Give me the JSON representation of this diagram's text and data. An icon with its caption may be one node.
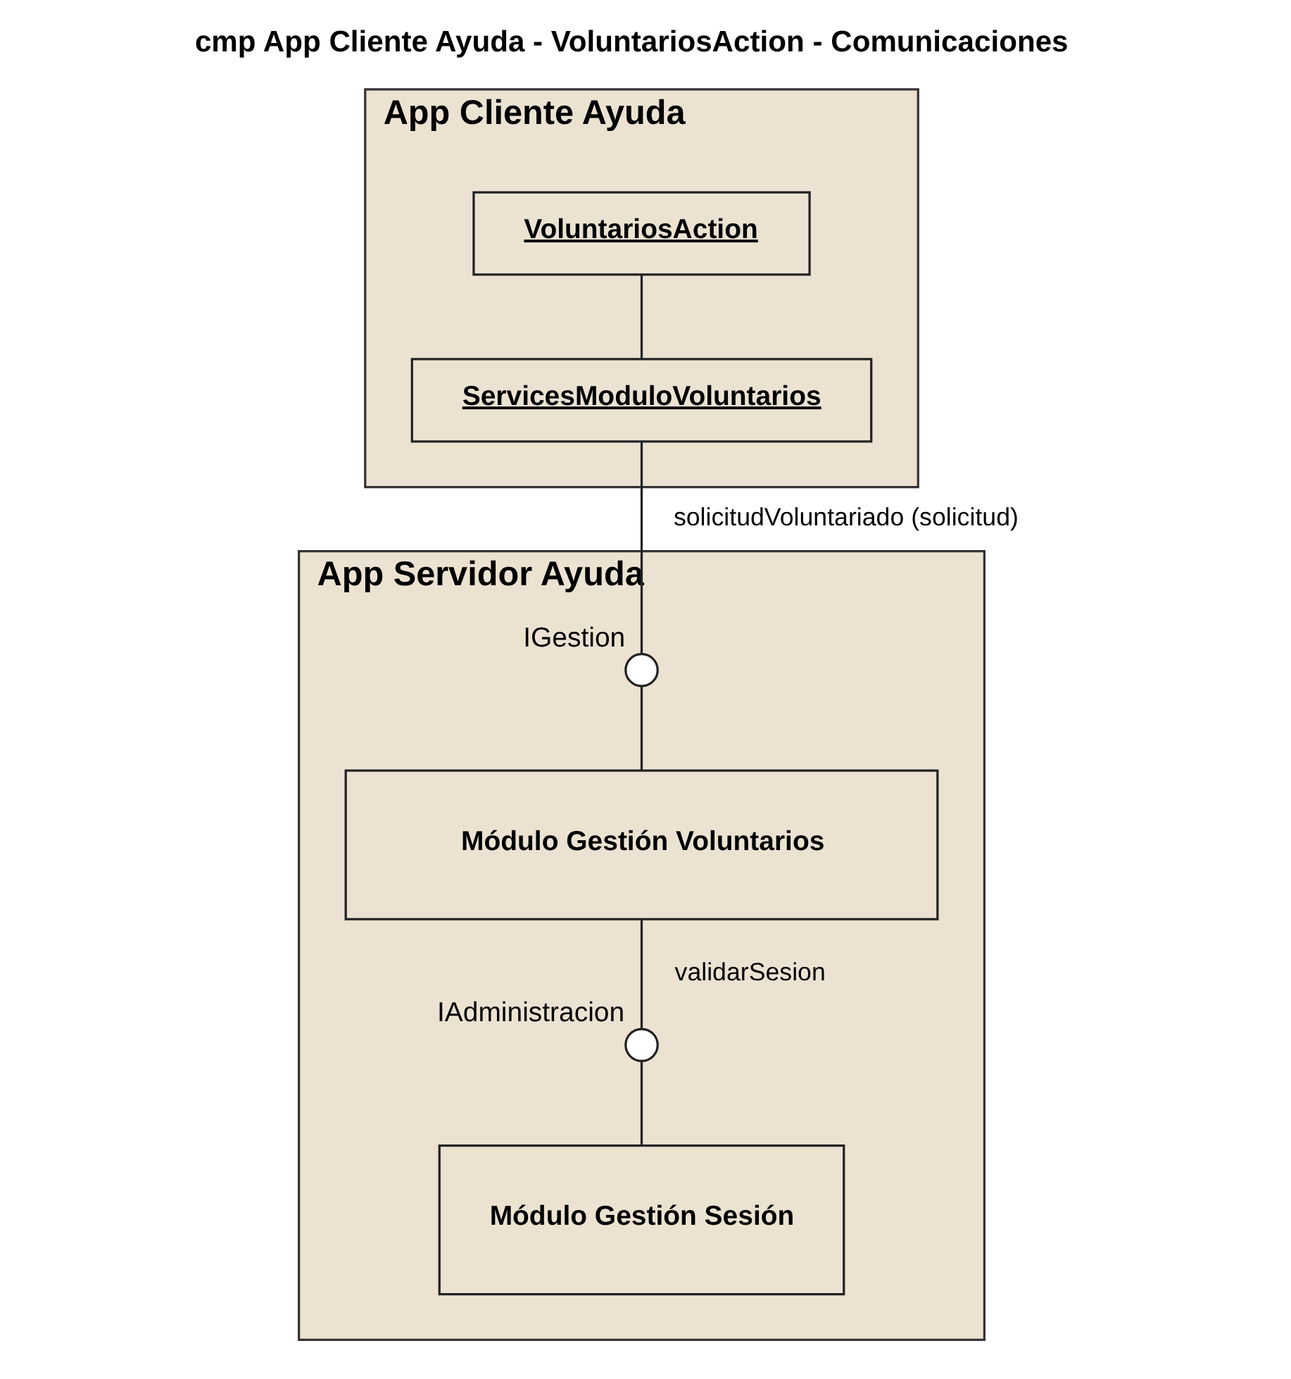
{
  "diagram": {
    "title": "cmp App Cliente Ayuda - VoluntariosAction - Comunicaciones",
    "nodes": [
      {
        "text": [
          "App Cliente Ayuda"
        ]
      },
      {
        "text": [
          "VoluntariosAction"
        ],
        "in": 0
      },
      {
        "text": [
          "ServicesModuloVoluntarios"
        ],
        "in": 0
      },
      {
        "text": [
          "App Servidor Ayuda"
        ]
      },
      {
        "text": [],
        "shape": "circle",
        "beside": [
          "IGestion"
        ],
        "in": 3
      },
      {
        "text": [
          "Módulo Gestión Voluntarios"
        ],
        "in": 3
      },
      {
        "text": [],
        "shape": "circle",
        "beside": [
          "IAdministracion"
        ],
        "in": 3
      },
      {
        "text": [
          "Módulo Gestión Sesión"
        ],
        "in": 3
      }
    ],
    "edges": [
      {
        "from": 1,
        "to": 2,
        "arrow": "none"
      },
      {
        "from": 2,
        "to": 4,
        "arrow": "none",
        "label": "solicitudVoluntariado (solicitud)"
      },
      {
        "from": 4,
        "to": 5,
        "arrow": "none"
      },
      {
        "from": 5,
        "to": 6,
        "arrow": "none",
        "label": "validarSesion"
      },
      {
        "from": 6,
        "to": 7,
        "arrow": "none"
      }
    ]
  }
}
